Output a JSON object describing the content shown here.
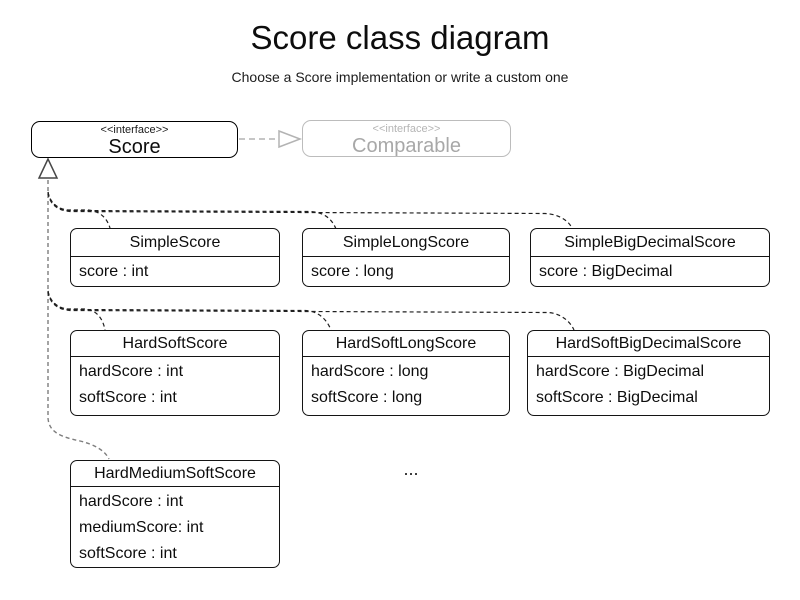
{
  "header": {
    "title": "Score class diagram",
    "subtitle": "Choose a Score implementation or write a custom one"
  },
  "interfaces": {
    "score": {
      "stereotype": "<<interface>>",
      "name": "Score"
    },
    "comparable": {
      "stereotype": "<<interface>>",
      "name": "Comparable"
    }
  },
  "classes": [
    {
      "name": "SimpleScore",
      "attributes": [
        "score : int"
      ]
    },
    {
      "name": "SimpleLongScore",
      "attributes": [
        "score : long"
      ]
    },
    {
      "name": "SimpleBigDecimalScore",
      "attributes": [
        "score : BigDecimal"
      ]
    },
    {
      "name": "HardSoftScore",
      "attributes": [
        "hardScore : int",
        "softScore : int"
      ]
    },
    {
      "name": "HardSoftLongScore",
      "attributes": [
        "hardScore : long",
        "softScore : long"
      ]
    },
    {
      "name": "HardSoftBigDecimalScore",
      "attributes": [
        "hardScore : BigDecimal",
        "softScore : BigDecimal"
      ]
    },
    {
      "name": "HardMediumSoftScore",
      "attributes": [
        "hardScore : int",
        "mediumScore: int",
        "softScore : int"
      ]
    }
  ],
  "ellipsis": "...",
  "colors": {
    "connector": "#1f1f1f",
    "trunk": "#7d7d7d",
    "muted_arrow": "#b3b3b3",
    "box_border": "#141414"
  }
}
